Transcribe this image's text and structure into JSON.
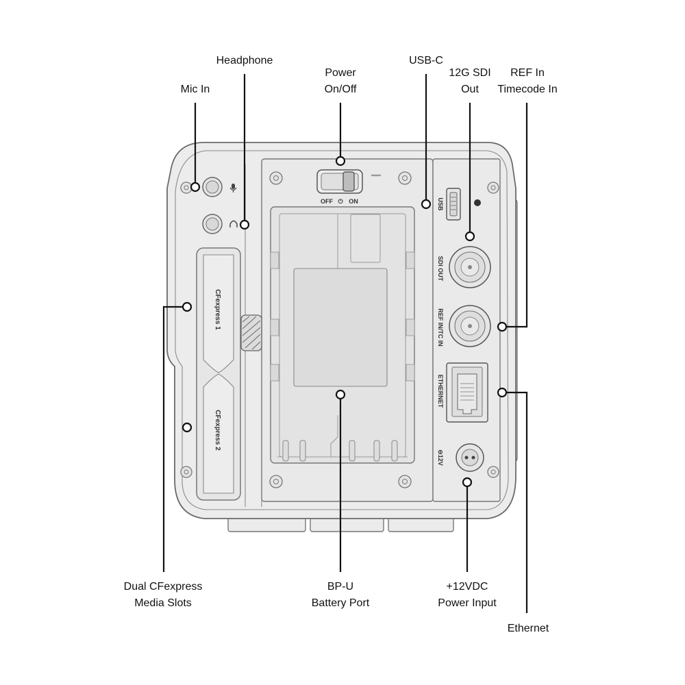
{
  "callouts": {
    "mic_in": "Mic In",
    "headphone": "Headphone",
    "power_l1": "Power",
    "power_l2": "On/Off",
    "usbc": "USB-C",
    "sdi_l1": "12G SDI",
    "sdi_l2": "Out",
    "ref_l1": "REF In",
    "ref_l2": "Timecode In",
    "media_l1": "Dual CFexpress",
    "media_l2": "Media Slots",
    "battery_l1": "BP-U",
    "battery_l2": "Battery Port",
    "power_input_l1": "+12VDC",
    "power_input_l2": "Power Input",
    "ethernet": "Ethernet"
  },
  "panel": {
    "switch_off": "OFF",
    "switch_power_symbol": "⏻",
    "switch_on": "ON",
    "usb": "USB",
    "sdi_out": "SDI OUT",
    "ref_in_tc_in": "REF IN/TC IN",
    "ethernet": "ETHERNET",
    "dc_12v": "⊖12V",
    "cfexpress_1": "CFexpress 1",
    "cfexpress_2": "CFexpress 2"
  },
  "icons": {
    "mic": "microphone-icon",
    "headphone": "headphone-icon",
    "screw": "screw-icon"
  }
}
